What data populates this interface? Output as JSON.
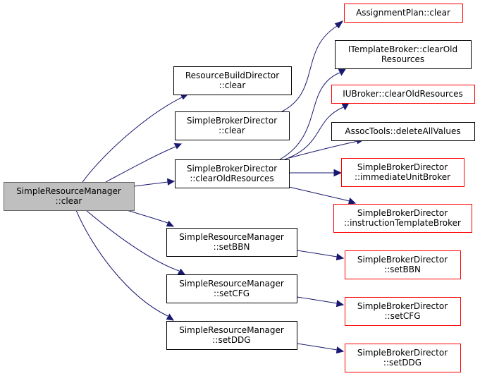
{
  "colors": {
    "edge": "#191970",
    "border_plain": "#000000",
    "border_red": "#ff0000",
    "fill_root": "#bfbfbf",
    "fill_default": "#ffffff"
  },
  "nodes": [
    {
      "id": "srm_clear",
      "name": "node-simpleresourcemanager-clear",
      "lines": [
        "SimpleResourceManager",
        "::clear"
      ],
      "border": "gray",
      "root": true
    },
    {
      "id": "rbd_clear",
      "name": "node-resourcebuilddirector-clear",
      "lines": [
        "ResourceBuildDirector",
        "::clear"
      ],
      "border": "black"
    },
    {
      "id": "sbd_clear",
      "name": "node-simplebrokerdirector-clear",
      "lines": [
        "SimpleBrokerDirector",
        "::clear"
      ],
      "border": "black"
    },
    {
      "id": "sbd_clearold",
      "name": "node-simplebrokerdirector-clearoldresources",
      "lines": [
        "SimpleBrokerDirector",
        "::clearOldResources"
      ],
      "border": "black"
    },
    {
      "id": "srm_setbbn",
      "name": "node-simpleresourcemanager-setbbn",
      "lines": [
        "SimpleResourceManager",
        "::setBBN"
      ],
      "border": "black"
    },
    {
      "id": "srm_setcfg",
      "name": "node-simpleresourcemanager-setcfg",
      "lines": [
        "SimpleResourceManager",
        "::setCFG"
      ],
      "border": "black"
    },
    {
      "id": "srm_setddg",
      "name": "node-simpleresourcemanager-setddg",
      "lines": [
        "SimpleResourceManager",
        "::setDDG"
      ],
      "border": "black"
    },
    {
      "id": "ap_clear",
      "name": "node-assignmentplan-clear",
      "lines": [
        "AssignmentPlan::clear"
      ],
      "border": "red"
    },
    {
      "id": "itb_clearold",
      "name": "node-itemplatebroker-clearoldresources",
      "lines": [
        "ITemplateBroker::clearOld",
        "Resources"
      ],
      "border": "black"
    },
    {
      "id": "iub_clearold",
      "name": "node-iubroker-clearoldresources",
      "lines": [
        "IUBroker::clearOldResources"
      ],
      "border": "red"
    },
    {
      "id": "assoc_delete",
      "name": "node-assoctools-deleteallvalues",
      "lines": [
        "AssocTools::deleteAllValues"
      ],
      "border": "black"
    },
    {
      "id": "sbd_immediate",
      "name": "node-simplebrokerdirector-immediateunitbroker",
      "lines": [
        "SimpleBrokerDirector",
        "::immediateUnitBroker"
      ],
      "border": "red"
    },
    {
      "id": "sbd_instruction",
      "name": "node-simplebrokerdirector-instructiontemplatebroker",
      "lines": [
        "SimpleBrokerDirector",
        "::instructionTemplateBroker"
      ],
      "border": "red"
    },
    {
      "id": "sbd_setbbn",
      "name": "node-simplebrokerdirector-setbbn",
      "lines": [
        "SimpleBrokerDirector",
        "::setBBN"
      ],
      "border": "red"
    },
    {
      "id": "sbd_setcfg",
      "name": "node-simplebrokerdirector-setcfg",
      "lines": [
        "SimpleBrokerDirector",
        "::setCFG"
      ],
      "border": "red"
    },
    {
      "id": "sbd_setddg",
      "name": "node-simplebrokerdirector-setddg",
      "lines": [
        "SimpleBrokerDirector",
        "::setDDG"
      ],
      "border": "red"
    }
  ],
  "edges": [
    {
      "from": "srm_clear",
      "to": "rbd_clear"
    },
    {
      "from": "srm_clear",
      "to": "sbd_clear"
    },
    {
      "from": "srm_clear",
      "to": "sbd_clearold"
    },
    {
      "from": "srm_clear",
      "to": "srm_setbbn"
    },
    {
      "from": "srm_clear",
      "to": "srm_setcfg"
    },
    {
      "from": "srm_clear",
      "to": "srm_setddg"
    },
    {
      "from": "sbd_clear",
      "to": "ap_clear"
    },
    {
      "from": "sbd_clearold",
      "to": "itb_clearold"
    },
    {
      "from": "sbd_clearold",
      "to": "iub_clearold"
    },
    {
      "from": "sbd_clearold",
      "to": "assoc_delete"
    },
    {
      "from": "sbd_clearold",
      "to": "sbd_immediate"
    },
    {
      "from": "sbd_clearold",
      "to": "sbd_instruction"
    },
    {
      "from": "srm_setbbn",
      "to": "sbd_setbbn"
    },
    {
      "from": "srm_setcfg",
      "to": "sbd_setcfg"
    },
    {
      "from": "srm_setddg",
      "to": "sbd_setddg"
    }
  ]
}
